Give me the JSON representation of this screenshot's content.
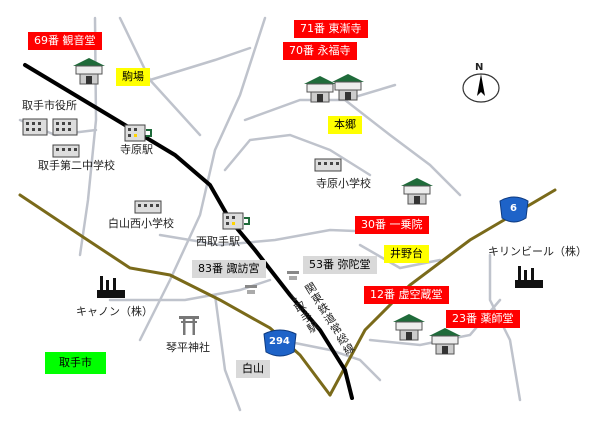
{
  "temples": {
    "t69": "69番 観音堂",
    "t71": "71番 東漸寺",
    "t70": "70番 永福寺",
    "t30": "30番 一乗院",
    "t12": "12番 虚空蔵堂",
    "t23": "23番 薬師堂",
    "t83": "83番 諏訪宮",
    "t53": "53番 弥陀堂"
  },
  "districts": {
    "komaba": "駒場",
    "hongo": "本郷",
    "inodai": "井野台",
    "hakusan": "白山",
    "toride_city": "取手市"
  },
  "places": {
    "city_hall": "取手市役所",
    "daini_jhs": "取手第二中学校",
    "terahara_station": "寺原駅",
    "hakusan_west_es": "白山西小学校",
    "nishitoride_station": "西取手駅",
    "terahara_es": "寺原小学校",
    "kirin": "キリンビール（株）",
    "canon": "キャノン（株）",
    "kotohira_shrine": "琴平神社"
  },
  "railway": {
    "line_name": "関東鉄道常総線",
    "to_toride": "→取手駅"
  },
  "routes": {
    "r6": "6",
    "r294": "294"
  },
  "compass": {
    "north": "N"
  },
  "colors": {
    "temple_label": "#ff0000",
    "district_label": "#ffff00",
    "city_label": "#00ff00",
    "minor_label": "#d9d9d9",
    "road": "#bfc3cc",
    "major_road": "#7a6a1a",
    "railway": "#000000",
    "route_shield": "#1e63c8"
  }
}
